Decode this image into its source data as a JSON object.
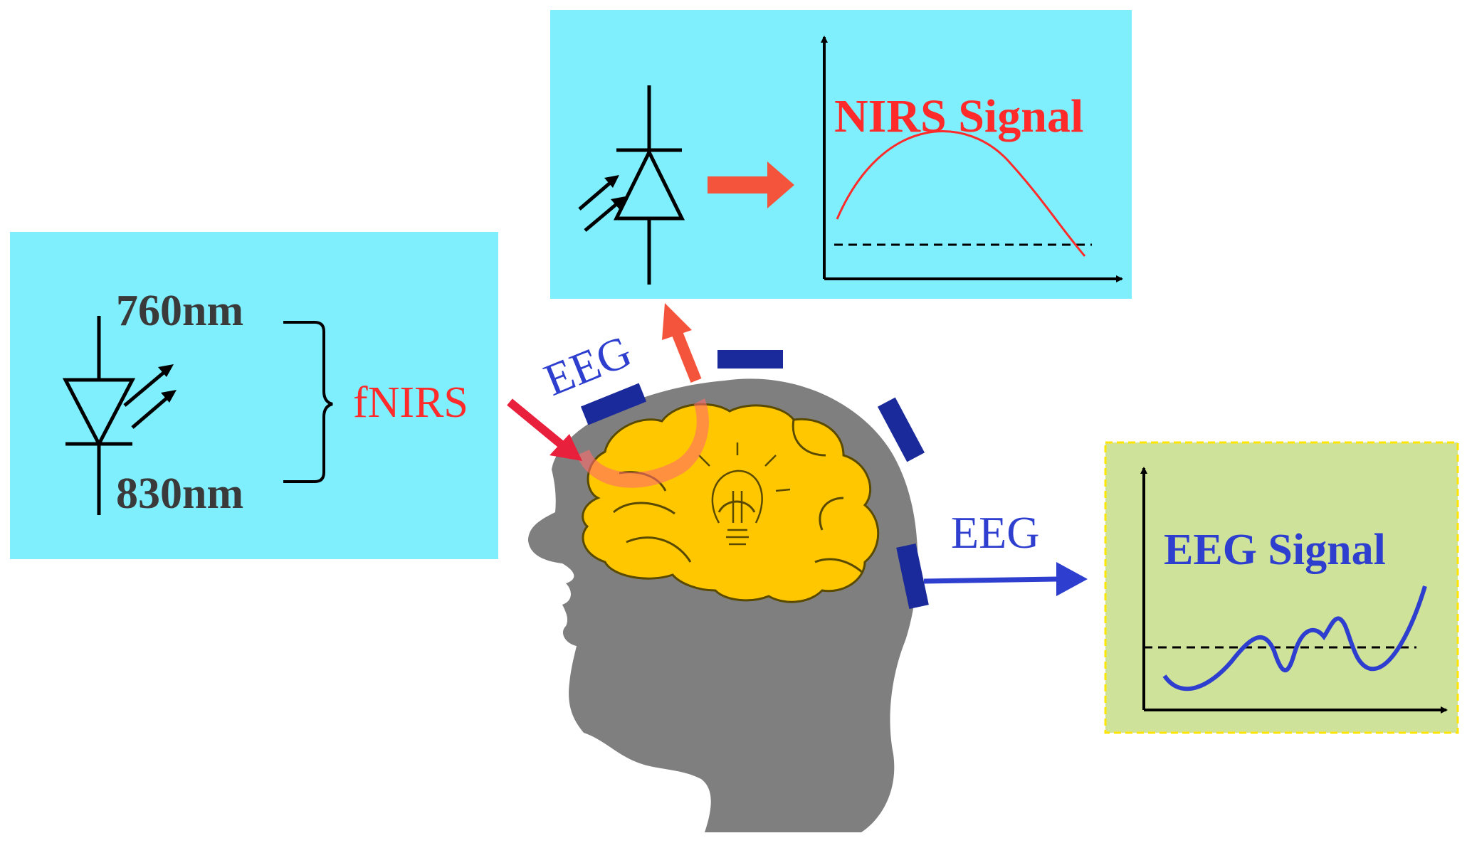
{
  "emitter_box": {
    "wavelength_top": "760nm",
    "wavelength_bottom": "830nm",
    "modality_label": "fNIRS"
  },
  "detector_box": {
    "signal_title": "NIRS Signal"
  },
  "eeg_box": {
    "signal_title": "EEG Signal"
  },
  "head": {
    "eeg_label_top": "EEG",
    "eeg_label_right": "EEG"
  },
  "colors": {
    "box_cyan": "#7FEFFD",
    "box_green": "#CFE29A",
    "nirs_red": "#FF2A2A",
    "arrow_red": "#F4543C",
    "eeg_blue": "#2E3FD0",
    "electrode_navy": "#1A2A9A",
    "head_gray": "#7F7F7F",
    "brain_yellow": "#FFC700",
    "wavelength_gray": "#3A3A3A"
  },
  "icons": [
    "led-emitter-icon",
    "photodiode-detector-icon",
    "head-icon",
    "brain-icon",
    "lightbulb-icon"
  ]
}
